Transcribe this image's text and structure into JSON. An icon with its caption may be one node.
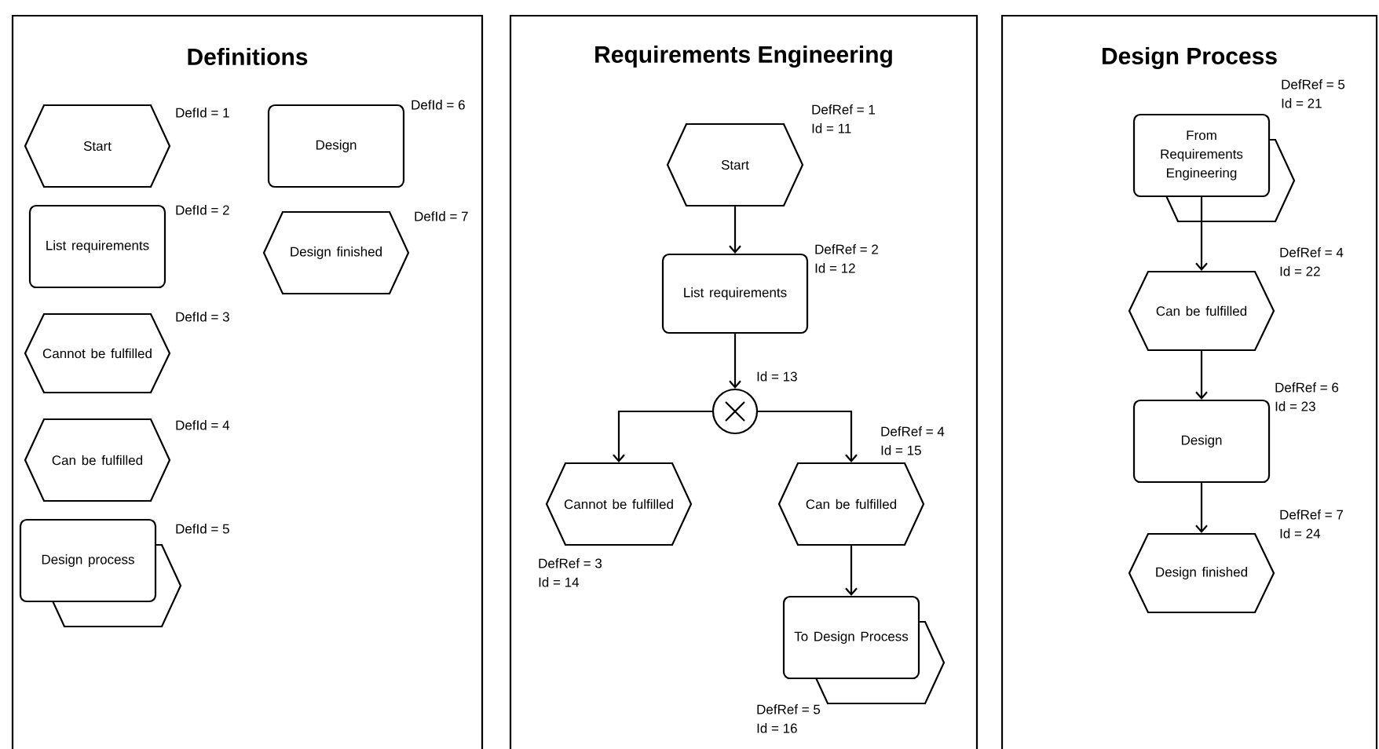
{
  "diagram": {
    "nodes": [
      {
        "text": [
          "Definitions"
        ]
      },
      {
        "text": [
          "Start"
        ],
        "in": 0,
        "beside": [
          "DefId = 1"
        ]
      },
      {
        "text": [
          "List requirements"
        ],
        "in": 0,
        "beside": [
          "DefId = 2"
        ]
      },
      {
        "text": [
          "Cannot be fulfilled"
        ],
        "in": 0,
        "beside": [
          "DefId = 3"
        ]
      },
      {
        "text": [
          "Can be fulfilled"
        ],
        "in": 0,
        "beside": [
          "DefId = 4"
        ]
      },
      {
        "text": [
          "Design process"
        ],
        "in": 0,
        "beside": [
          "DefId = 5"
        ]
      },
      {
        "text": [
          "Design"
        ],
        "in": 0,
        "beside": [
          "DefId = 6"
        ]
      },
      {
        "text": [
          "Design finished"
        ],
        "in": 0,
        "beside": [
          "DefId = 7"
        ]
      },
      {
        "text": [
          "Requirements Engineering"
        ]
      },
      {
        "text": [
          "Start"
        ],
        "in": 8,
        "beside": [
          "DefRef = 1",
          "Id = 11"
        ]
      },
      {
        "text": [
          "List requirements"
        ],
        "in": 8,
        "beside": [
          "DefRef = 2",
          "Id = 12"
        ]
      },
      {
        "text": [],
        "shape": "circle",
        "in": 8,
        "beside": [
          "Id = 13"
        ]
      },
      {
        "text": [
          "Cannot be fulfilled"
        ],
        "in": 8,
        "beside": [
          "DefRef = 3",
          "Id = 14"
        ]
      },
      {
        "text": [
          "Can be fulfilled"
        ],
        "in": 8,
        "beside": [
          "DefRef = 4",
          "Id = 15"
        ]
      },
      {
        "text": [
          "To Design Process"
        ],
        "in": 8,
        "beside": [
          "DefRef = 5",
          "Id = 16"
        ]
      },
      {
        "text": [
          "Design Process"
        ]
      },
      {
        "text": [
          "From Requirements Engineering"
        ],
        "in": 15,
        "beside": [
          "DefRef = 5",
          "Id = 21"
        ]
      },
      {
        "text": [
          "Can be fulfilled"
        ],
        "in": 15,
        "beside": [
          "DefRef = 4",
          "Id = 22"
        ]
      },
      {
        "text": [
          "Design"
        ],
        "in": 15,
        "beside": [
          "DefRef = 6",
          "Id = 23"
        ]
      },
      {
        "text": [
          "Design finished"
        ],
        "in": 15,
        "beside": [
          "DefRef = 7",
          "Id = 24"
        ]
      }
    ],
    "edges": [
      {
        "from": 9,
        "to": 10,
        "arrow": "to"
      },
      {
        "from": 10,
        "to": 11,
        "arrow": "to"
      },
      {
        "from": 11,
        "to": 12,
        "arrow": "to"
      },
      {
        "from": 11,
        "to": 13,
        "arrow": "to"
      },
      {
        "from": 13,
        "to": 14,
        "arrow": "to"
      },
      {
        "from": 16,
        "to": 17,
        "arrow": "to"
      },
      {
        "from": 17,
        "to": 18,
        "arrow": "to"
      },
      {
        "from": 18,
        "to": 19,
        "arrow": "to"
      }
    ]
  }
}
